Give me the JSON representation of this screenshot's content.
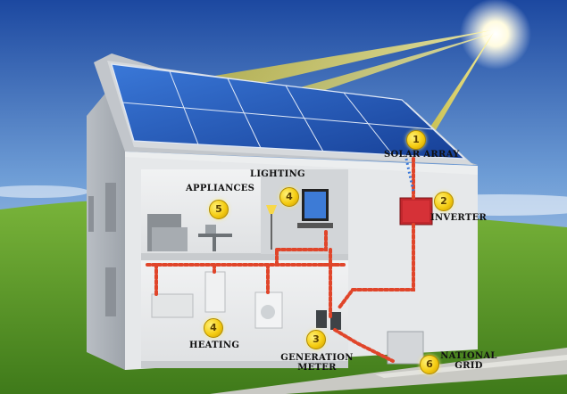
{
  "labels": {
    "solar_array": "SOLAR ARRAY",
    "inverter": "INVERTER",
    "lighting": "LIGHTING",
    "appliances": "APPLIANCES",
    "heating": "HEATING",
    "generation_meter_line1": "GENERATION",
    "generation_meter_line2": "METER",
    "national_grid_line1": "NATIONAL",
    "national_grid_line2": "GRID"
  },
  "badges": {
    "solar_array": "1",
    "inverter": "2",
    "generation_meter": "3",
    "lighting": "4",
    "heating": "4",
    "appliances": "5",
    "national_grid": "6"
  },
  "colors": {
    "sky_top": "#1f4fa8",
    "sky_bottom": "#dfeaf6",
    "grass": "#5f9a2a",
    "wall": "#d9dcdf",
    "roof_panel": "#1d4fb8",
    "wire": "#e0452a",
    "sun_ray": "#f6e23a",
    "badge": "#f5cc12"
  },
  "icons": {
    "sun": "sun-icon",
    "tv": "tv-icon",
    "lamp": "lamp-icon"
  }
}
